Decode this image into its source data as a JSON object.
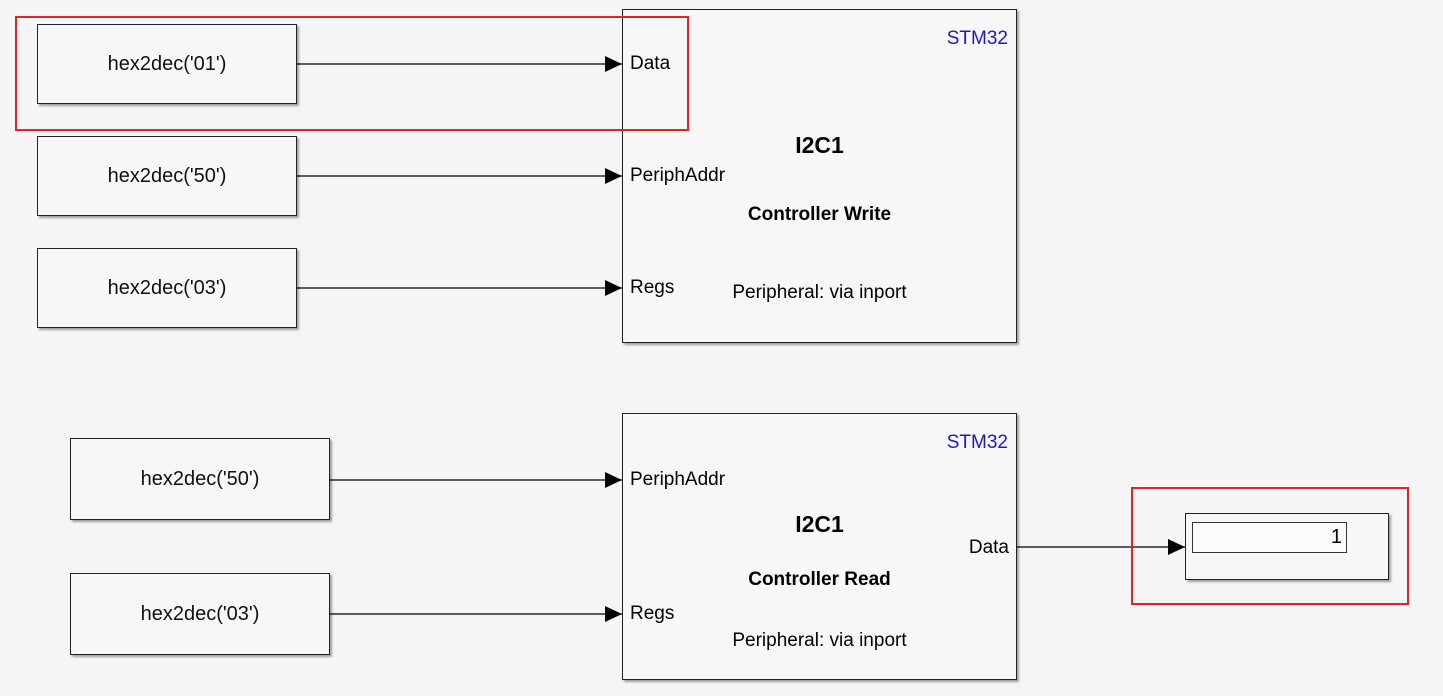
{
  "constants": {
    "write_data": "hex2dec('01')",
    "write_periph_addr": "hex2dec('50')",
    "write_regs": "hex2dec('03')",
    "read_periph_addr": "hex2dec('50')",
    "read_regs": "hex2dec('03')"
  },
  "write_block": {
    "vendor": "STM32",
    "name": "I2C1",
    "mode": "Controller Write",
    "peripheral": "Peripheral: via inport",
    "ports": {
      "data": "Data",
      "periph_addr": "PeriphAddr",
      "regs": "Regs"
    }
  },
  "read_block": {
    "vendor": "STM32",
    "name": "I2C1",
    "mode": "Controller Read",
    "peripheral": "Peripheral: via inport",
    "ports": {
      "periph_addr": "PeriphAddr",
      "regs": "Regs",
      "data_out": "Data"
    }
  },
  "display": {
    "value": "1"
  },
  "colors": {
    "highlight": "#e0232b",
    "vendor_text": "#1a1acc"
  }
}
